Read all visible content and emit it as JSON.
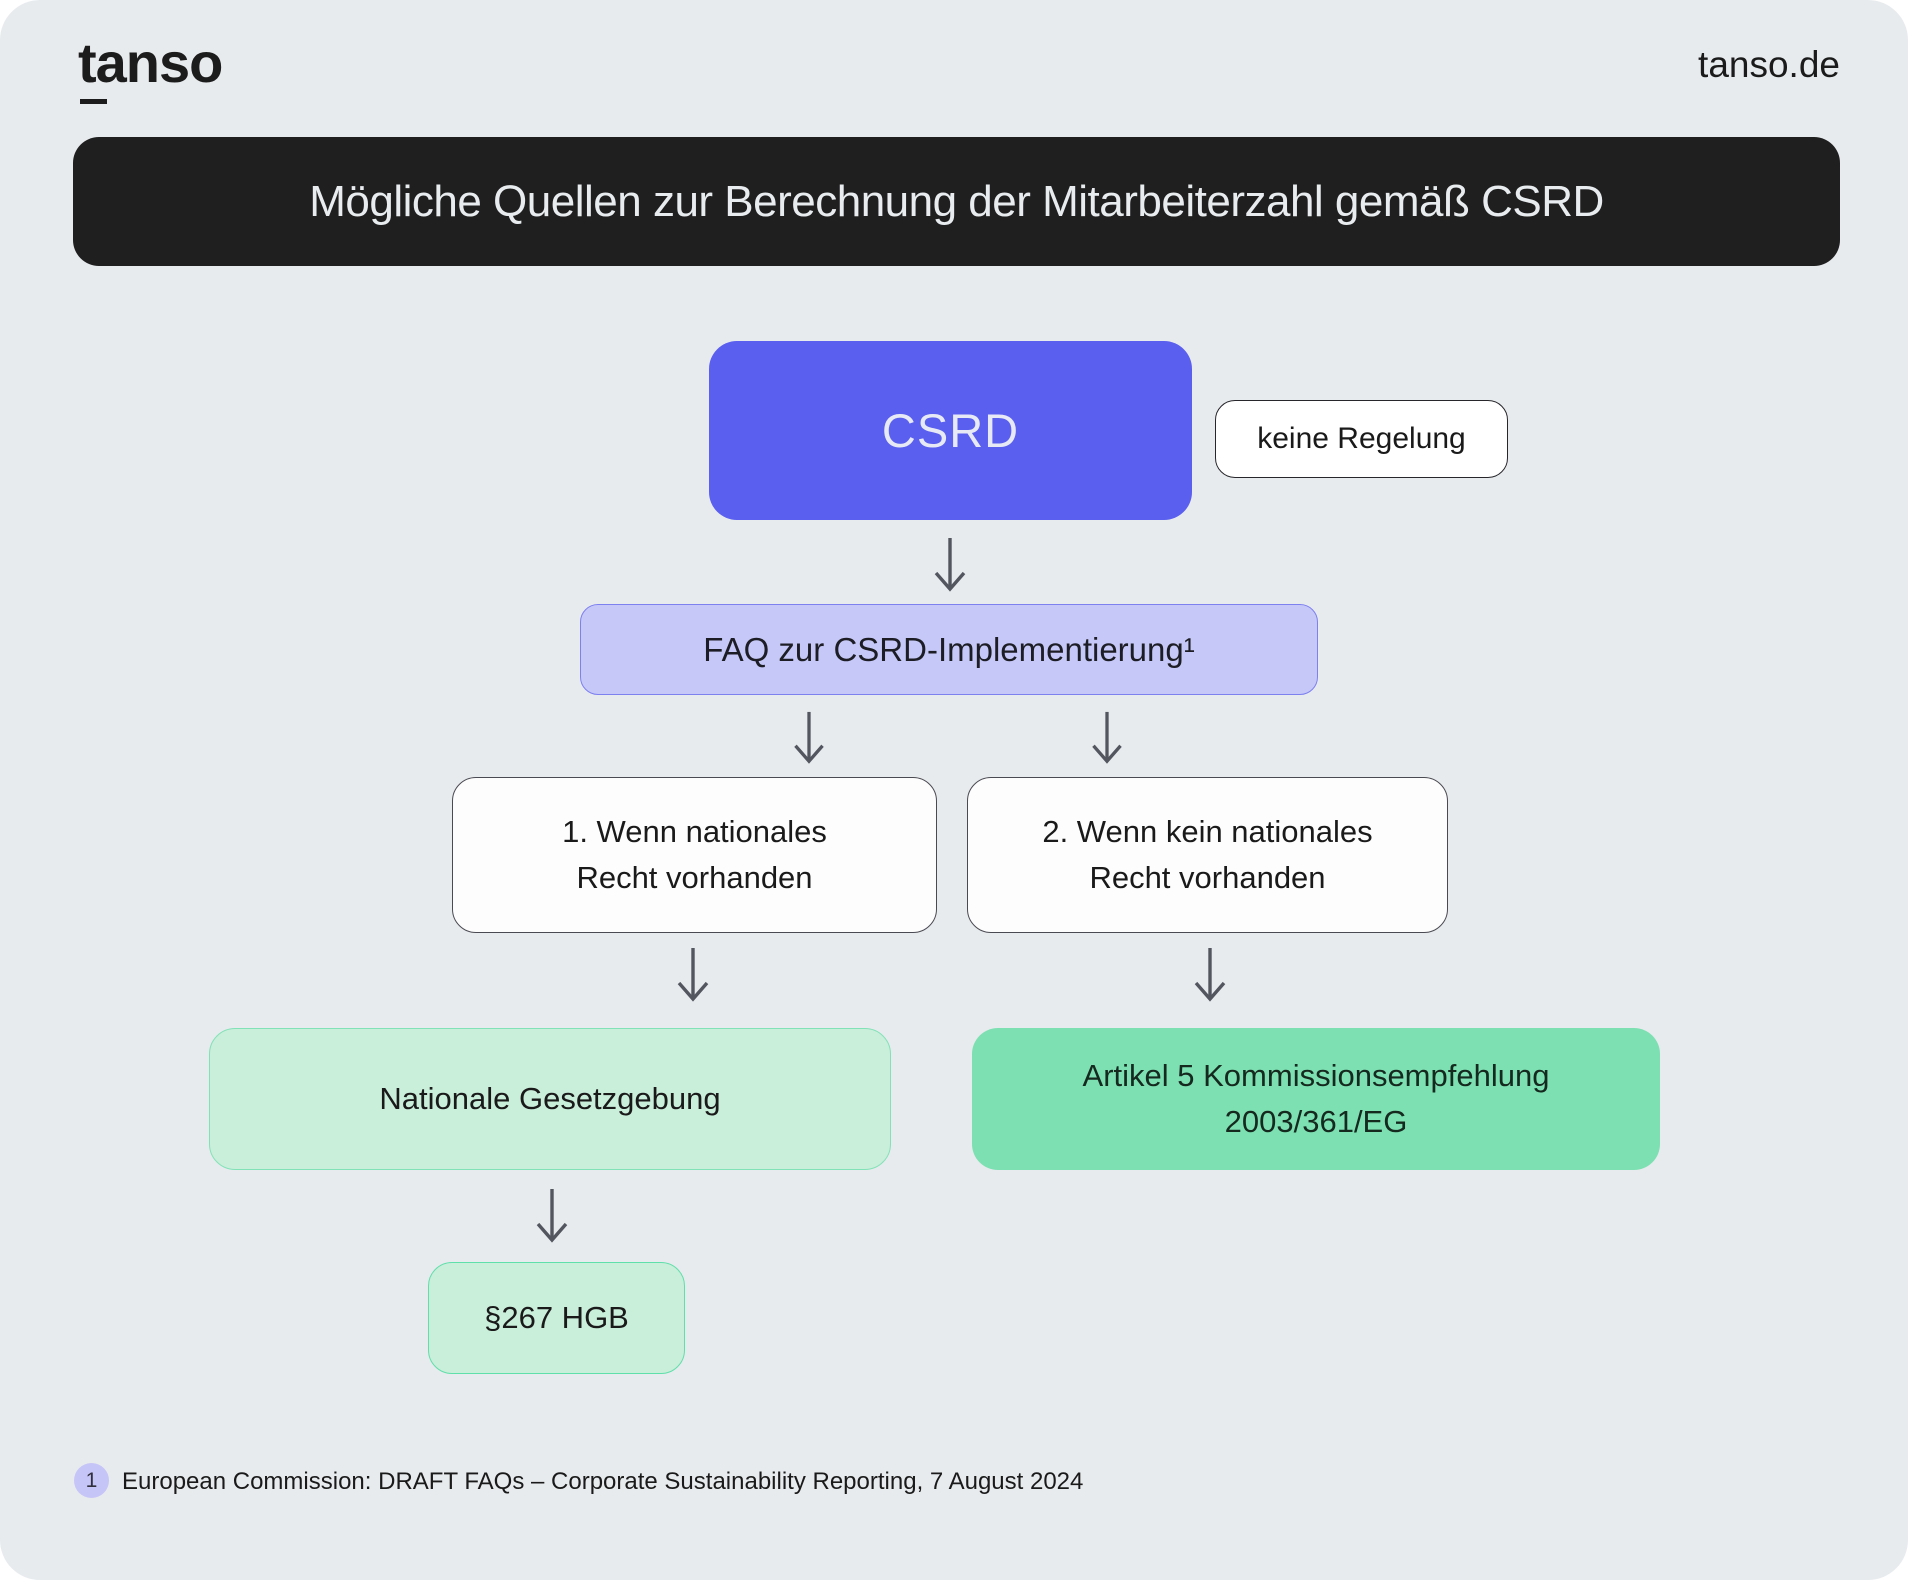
{
  "header": {
    "logo": "tanso",
    "site": "tanso.de"
  },
  "title": "Mögliche Quellen zur Berechnung der Mitarbeiterzahl gemäß CSRD",
  "flowchart": {
    "csrd": "CSRD",
    "keine_regelung": "keine Regelung",
    "faq": "FAQ zur CSRD-Implementierung¹",
    "case1": "1. Wenn nationales\nRecht vorhanden",
    "case2": "2. Wenn kein nationales\nRecht vorhanden",
    "national_law": "Nationale Gesetzgebung",
    "article5": "Artikel 5 Kommissionsempfehlung\n2003/361/EG",
    "hgb": "§267 HGB"
  },
  "footnote": {
    "marker": "1",
    "text": "European Commission: DRAFT FAQs – Corporate Sustainability Reporting, 7 August 2024"
  },
  "colors": {
    "canvas": "#e8ebee",
    "banner": "#1f1f1f",
    "accent_purple": "#5a5ff0",
    "lavender_fill": "#c6c8f8",
    "lavender_border": "#7d80ef",
    "mint_light": "#c9eeda",
    "mint_border": "#82e2b7",
    "mint_strong": "#7de0b2",
    "arrow": "#53565f"
  }
}
